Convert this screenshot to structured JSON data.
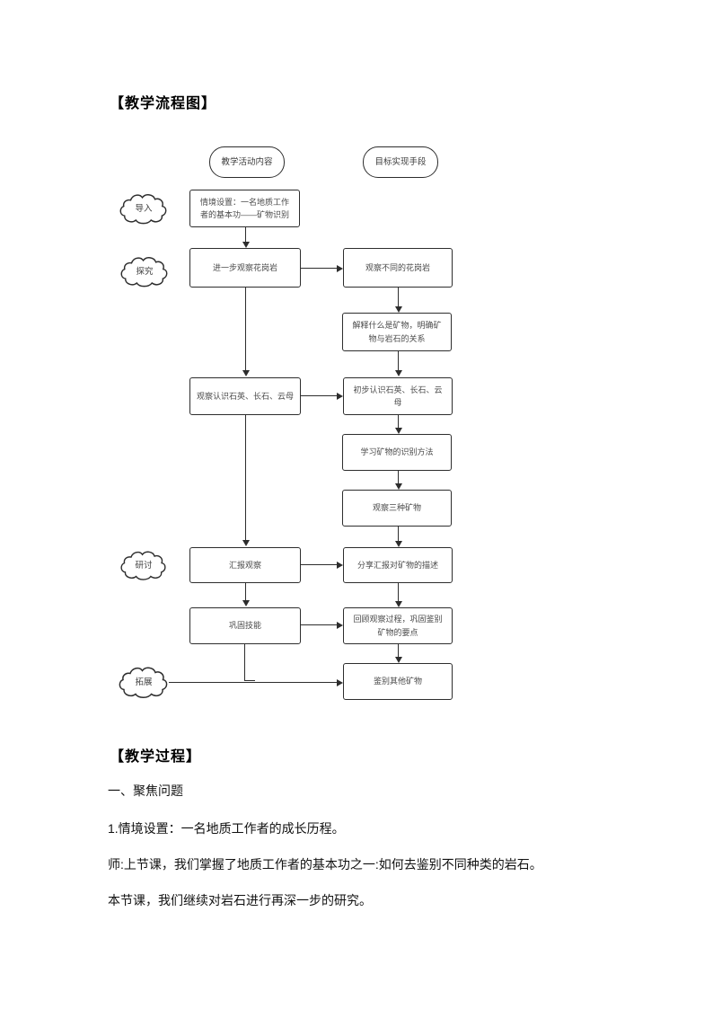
{
  "doc": {
    "flow_title": "【教学流程图】",
    "process_title": "【教学过程】",
    "process_lines": [
      "一、聚焦问题",
      "1.情境设置：一名地质工作者的成长历程。",
      "师:上节课，我们掌握了地质工作者的基本功之一:如何去鉴别不同种类的岩石。",
      "本节课，我们继续对岩石进行再深一步的研究。"
    ]
  },
  "flowchart": {
    "line_color": "#2d2d2d",
    "box_text_color": "#4a4a4a",
    "column_headers": [
      {
        "label": "教学活动内容"
      },
      {
        "label": "目标实现手段"
      }
    ],
    "stage_clouds": [
      {
        "label": "导入"
      },
      {
        "label": "探究"
      },
      {
        "label": "研讨"
      },
      {
        "label": "拓展"
      }
    ],
    "nodes": [
      {
        "label": "情境设置：一名地质工作者的基本功——矿物识别"
      },
      {
        "label": "进一步观察花岗岩"
      },
      {
        "label": "观察不同的花岗岩"
      },
      {
        "label": "解释什么是矿物，明确矿物与岩石的关系"
      },
      {
        "label": "观察认识石英、长石、云母"
      },
      {
        "label": "初步认识石英、长石、云母"
      },
      {
        "label": "学习矿物的识别方法"
      },
      {
        "label": "观察三种矿物"
      },
      {
        "label": "汇报观察"
      },
      {
        "label": "分享汇报对矿物的描述"
      },
      {
        "label": "巩固技能"
      },
      {
        "label": "回顾观察过程，巩固鉴别矿物的要点"
      },
      {
        "label": "鉴别其他矿物"
      }
    ]
  }
}
